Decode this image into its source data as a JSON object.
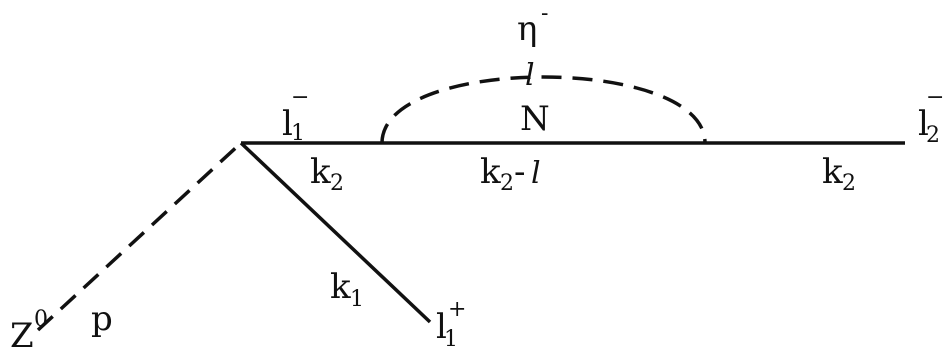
{
  "diagram": {
    "colors": {
      "ink": "#111111",
      "background": "#ffffff"
    },
    "particles": {
      "z0": {
        "main": "Z",
        "sup": "0"
      },
      "l1_minus": {
        "main": "l",
        "sub": "1",
        "sup": "−"
      },
      "l2_minus": {
        "main": "l",
        "sub": "2",
        "sup": "−"
      },
      "l1_plus": {
        "main": "l",
        "sub": "1",
        "sup": "+"
      },
      "eta_minus": {
        "main": "η",
        "sup": "-"
      },
      "nucleon": "N"
    },
    "momenta": {
      "p": "p",
      "k1": {
        "main": "k",
        "sub": "1"
      },
      "k2_left": {
        "main": "k",
        "sub": "2"
      },
      "k2_right": {
        "main": "k",
        "sub": "2"
      },
      "k2_minus_l": {
        "main": "k",
        "sub": "2",
        "rest": "-",
        "it": "l"
      },
      "loop_l": "l"
    }
  }
}
